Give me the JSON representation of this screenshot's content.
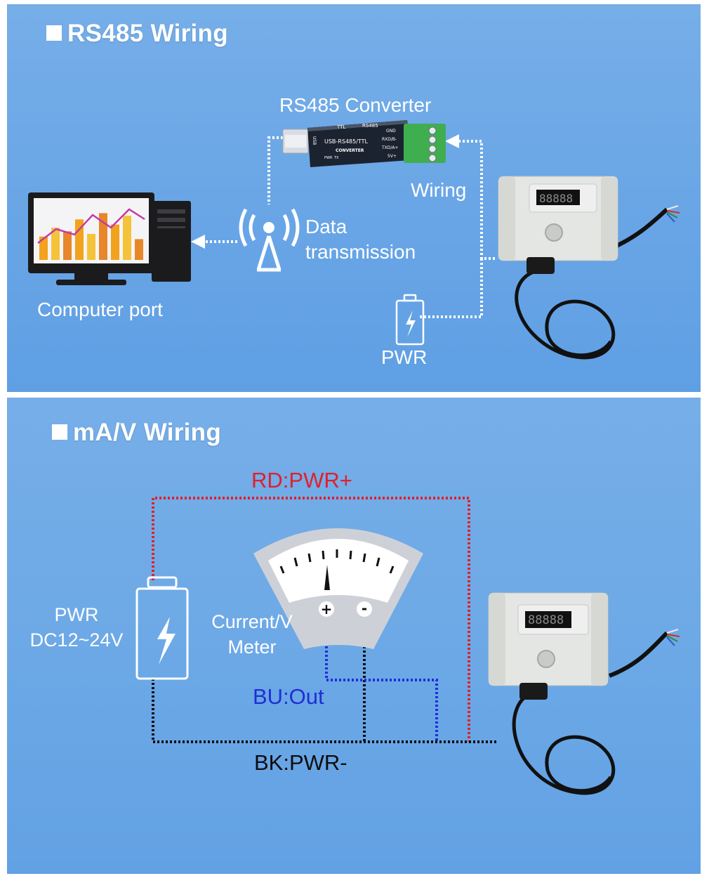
{
  "rs485": {
    "heading": "RS485 Wiring",
    "converter_title": "RS485 Converter",
    "converter_print": {
      "ttl": "TTL",
      "rs485": "RS485",
      "usb": "USB",
      "model": "USB-RS485/TTL",
      "converter": "CONVERTER",
      "gnd": "GND",
      "rxd": "RXD/B-",
      "txd": "TXD/A+",
      "v5": "5V+",
      "pwr": "PWR",
      "tx": "TX"
    },
    "wiring_label": "Wiring",
    "data_transmission_line1": "Data",
    "data_transmission_line2": "transmission",
    "computer_label": "Computer port",
    "pwr_label": "PWR",
    "display_digits": "88888",
    "chart_bars": [
      0.45,
      0.62,
      0.55,
      0.78,
      0.5,
      0.9,
      0.68,
      0.85,
      0.4
    ]
  },
  "analog": {
    "heading": "mA/V Wiring",
    "red_wire_label": "RD:PWR+",
    "blue_wire_label": "BU:Out",
    "black_wire_label": "BK:PWR-",
    "pwr_label_line1": "PWR",
    "pwr_label_line2": "DC12~24V",
    "meter_label_line1": "Current/V",
    "meter_label_line2": "Meter",
    "meter_plus": "+",
    "meter_minus": "-",
    "display_digits": "88888"
  },
  "colors": {
    "red_wire": "#e0202a",
    "blue_wire": "#1e2fd6",
    "black_wire": "#0d0d0d",
    "white_wire": "#ffffff",
    "background": "#6ba7e6"
  }
}
